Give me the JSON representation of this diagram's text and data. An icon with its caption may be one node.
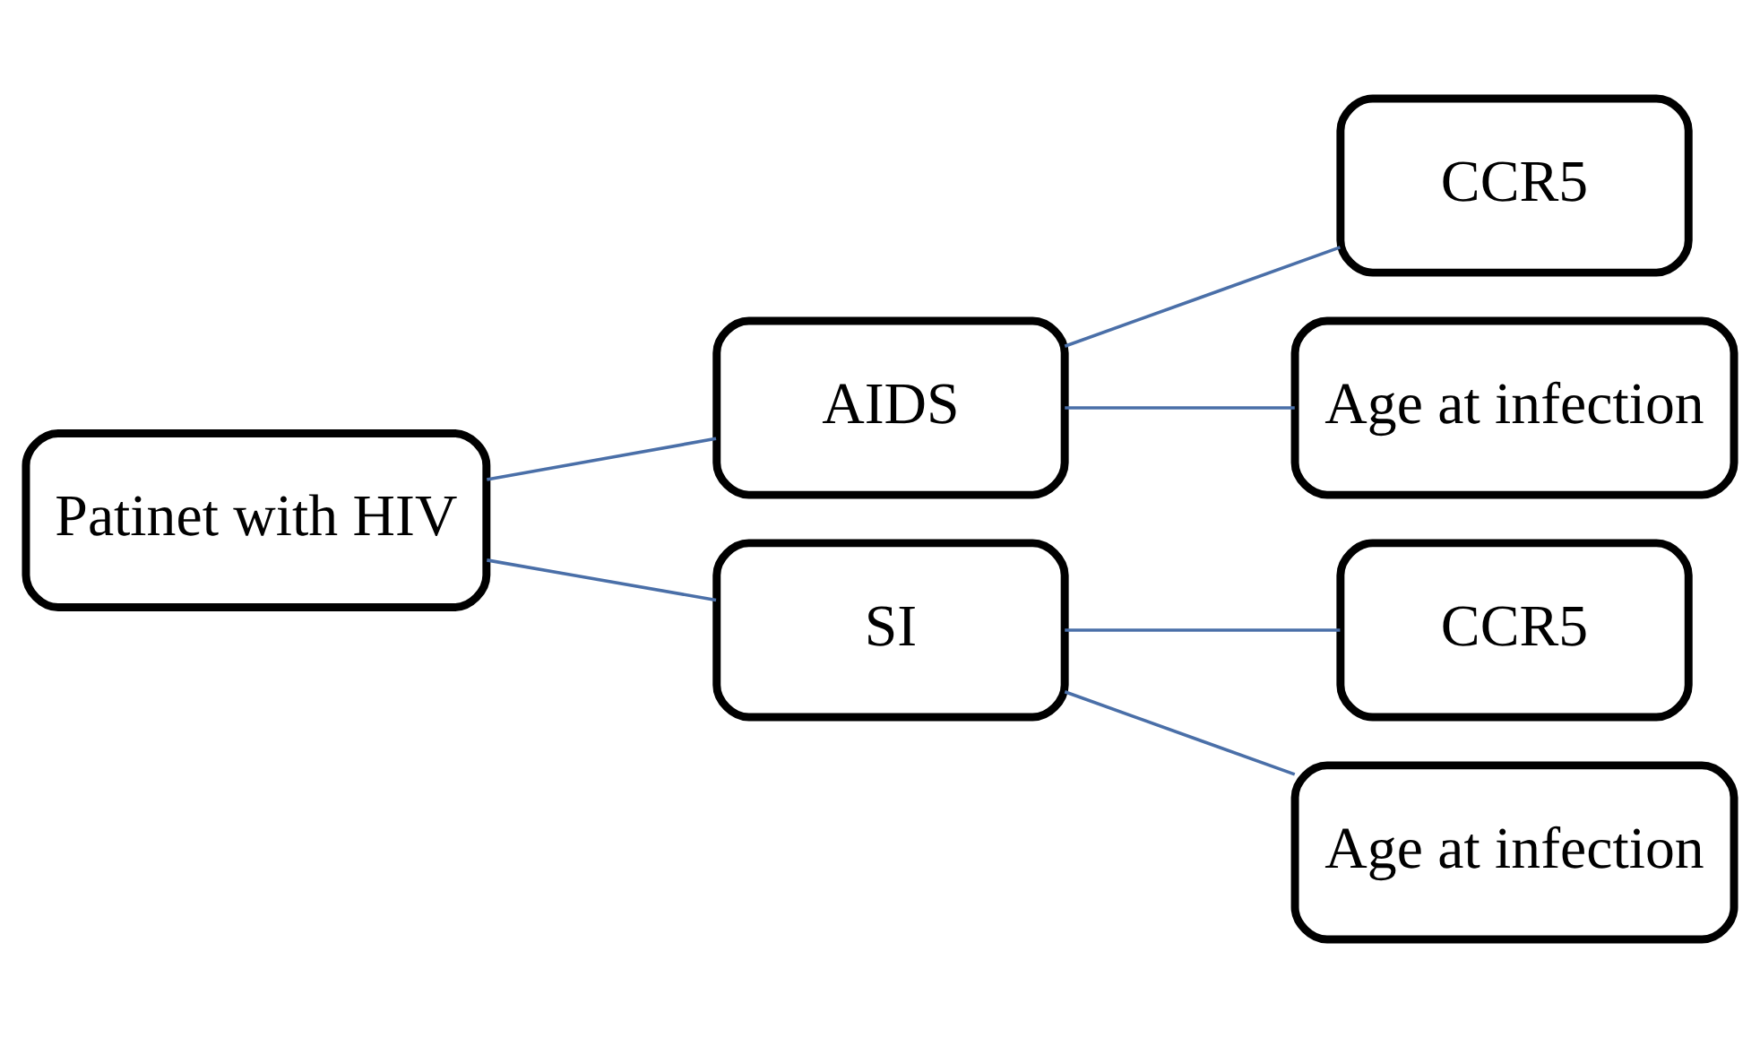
{
  "diagram": {
    "nodes": [
      {
        "text": [
          "Patinet with HIV"
        ]
      },
      {
        "text": [
          "AIDS"
        ]
      },
      {
        "text": [
          "CCR5"
        ]
      },
      {
        "text": [
          "Age at infection"
        ]
      },
      {
        "text": [
          "SI"
        ]
      },
      {
        "text": [
          "CCR5"
        ]
      },
      {
        "text": [
          "Age at infection"
        ]
      }
    ],
    "edges": [
      {
        "from": 0,
        "to": 1,
        "arrow": "none"
      },
      {
        "from": 0,
        "to": 4,
        "arrow": "none"
      },
      {
        "from": 1,
        "to": 2,
        "arrow": "none"
      },
      {
        "from": 1,
        "to": 3,
        "arrow": "none"
      },
      {
        "from": 4,
        "to": 5,
        "arrow": "none"
      },
      {
        "from": 4,
        "to": 6,
        "arrow": "none"
      }
    ]
  }
}
